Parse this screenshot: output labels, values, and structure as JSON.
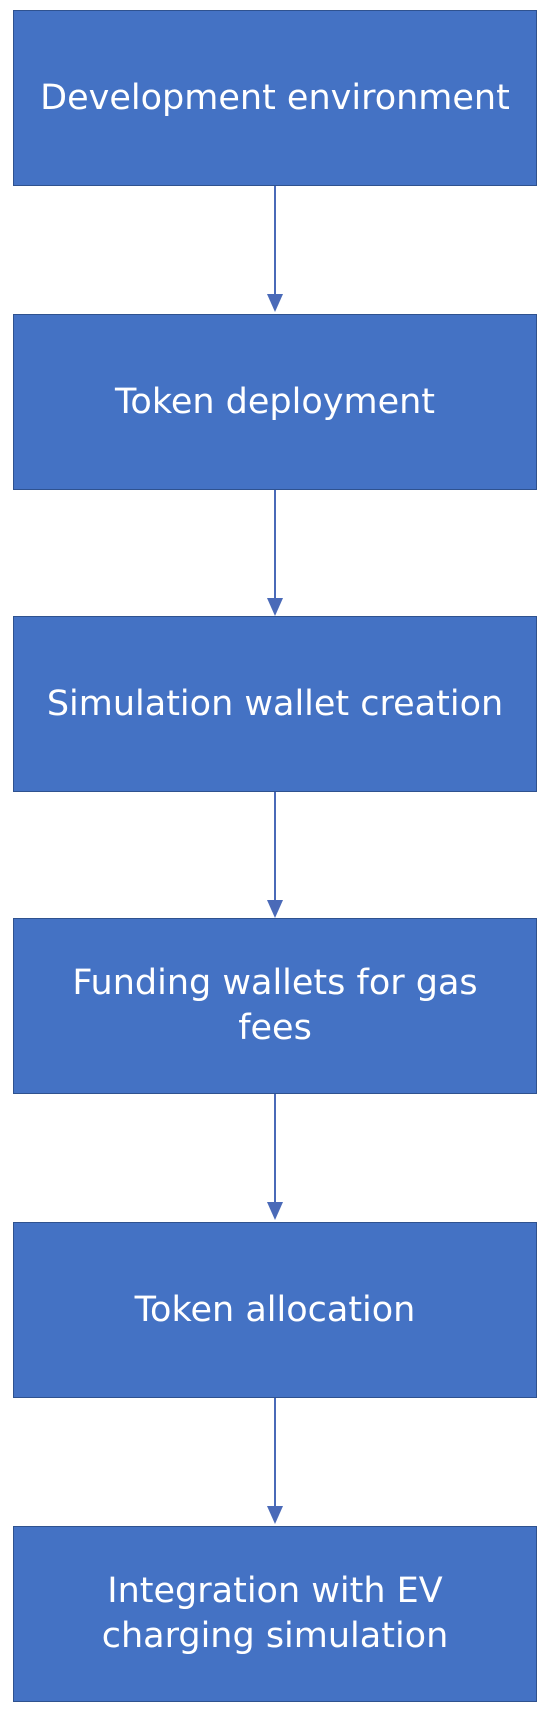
{
  "diagram": {
    "steps": [
      {
        "label": "Development environment"
      },
      {
        "label": "Token deployment"
      },
      {
        "label": "Simulation wallet creation"
      },
      {
        "label": "Funding wallets for gas fees"
      },
      {
        "label": "Token allocation"
      },
      {
        "label": "Integration with EV charging simulation"
      }
    ]
  },
  "colors": {
    "box_fill": "#4472c4",
    "box_border": "#2f528f",
    "text": "#ffffff",
    "arrow": "#4a6ab8"
  }
}
